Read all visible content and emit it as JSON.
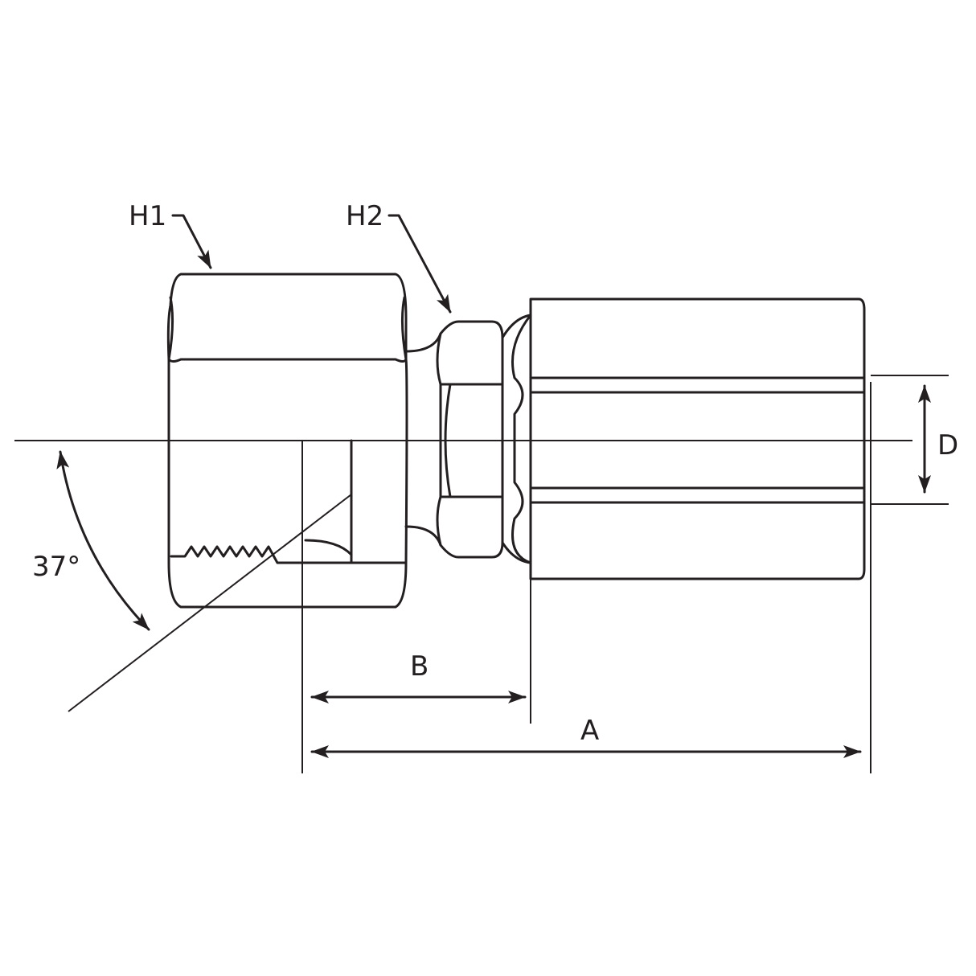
{
  "labels": {
    "h1": "H1",
    "h2": "H2",
    "angle": "37°",
    "dim_a": "A",
    "dim_b": "B",
    "dim_d": "D"
  },
  "colors": {
    "line": "#231f20",
    "background": "#ffffff"
  }
}
